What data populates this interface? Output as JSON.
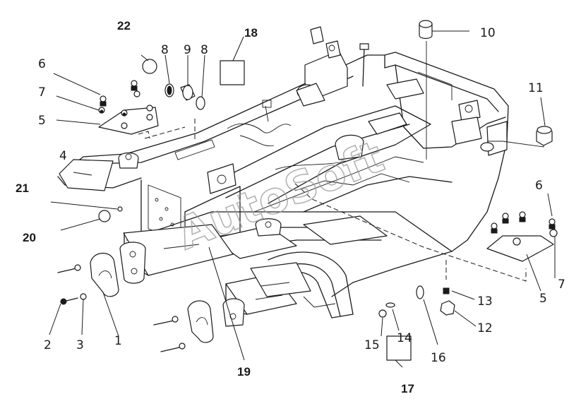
{
  "watermark": "AutoSoft",
  "labels": {
    "l1": "1",
    "l2": "2",
    "l3": "3",
    "l4": "4",
    "l5a": "5",
    "l5b": "5",
    "l6a": "6",
    "l6b": "6",
    "l7a": "7",
    "l7b": "7",
    "l8a": "8",
    "l8b": "8",
    "l9": "9",
    "l10": "10",
    "l11": "11",
    "l12": "12",
    "l13": "13",
    "l14": "14",
    "l15": "15",
    "l16": "16",
    "l17": "17",
    "l18": "18",
    "l19": "19",
    "l20": "20",
    "l21": "21",
    "l22": "22"
  }
}
